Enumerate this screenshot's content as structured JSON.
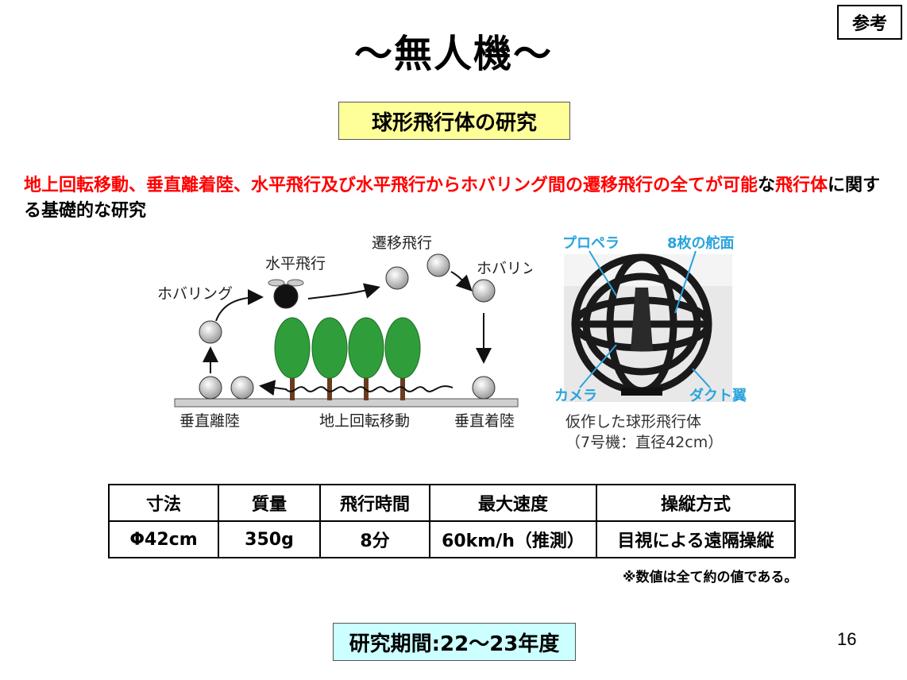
{
  "badge": "参考",
  "title": "～無人機～",
  "subtitle": "球形飛行体の研究",
  "description": {
    "red_part1": "地上回転移動、垂直離着陸、水平飛行及び水平飛行からホバリング間の遷移飛行の全てが可能",
    "black_part1": "な",
    "red_part2": "飛行体",
    "black_part2": "に関する基礎的な研究"
  },
  "diagram": {
    "labels": {
      "hover_left": "ホバリング",
      "horizontal": "水平飛行",
      "transition": "遷移飛行",
      "hover_right": "ホバリング",
      "vertical_takeoff": "垂直離陸",
      "ground_roll": "地上回転移動",
      "vertical_landing": "垂直着陸"
    }
  },
  "photo": {
    "labels": {
      "propeller": "プロペラ",
      "control_surface": "8枚の舵面",
      "camera": "カメラ",
      "duct_wing": "ダクト翼"
    },
    "caption_line1": "仮作した球形飛行体",
    "caption_line2": "（7号機：直径42cm）"
  },
  "spec_table": {
    "headers": [
      "寸法",
      "質量",
      "飛行時間",
      "最大速度",
      "操縦方式"
    ],
    "values": [
      "Φ42cm",
      "350g",
      "8分",
      "60km/h（推測）",
      "目視による遠隔操縦"
    ]
  },
  "note": "※数値は全て約の値である。",
  "period": "研究期間:22～23年度",
  "page_number": "16",
  "colors": {
    "red_text": "#ff0000",
    "subtitle_bg": "#ffff99",
    "period_bg": "#ccffff",
    "photo_label": "#2aa3dd",
    "tree_green": "#2f9e3a"
  }
}
